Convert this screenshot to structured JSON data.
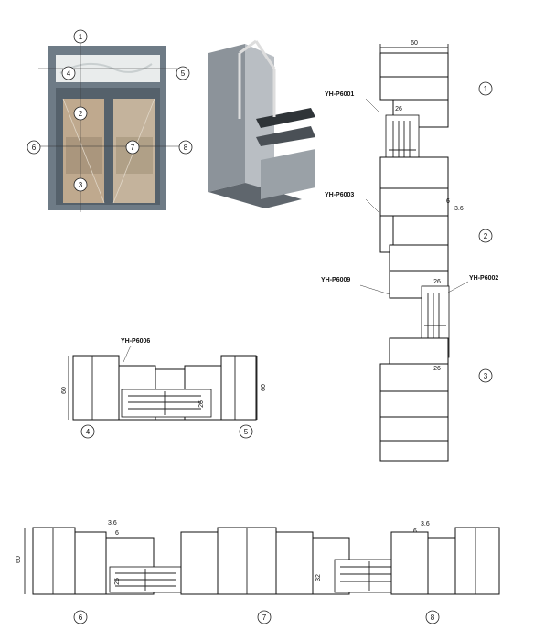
{
  "window_callouts": [
    "1",
    "2",
    "3",
    "4",
    "5",
    "6",
    "7",
    "8"
  ],
  "codes": {
    "top": "YH-P6001",
    "middle": "YH-P6003",
    "bottom_left": "YH-P6009",
    "bottom_right": "YH-P6002",
    "horizontal": "YH-P6006"
  },
  "dims": {
    "width_60": "60",
    "d26": "26",
    "d6": "6",
    "d3_6": "3.6",
    "d32": "32"
  },
  "section_markers": {
    "v1": "1",
    "v2": "2",
    "v3": "3",
    "h4": "4",
    "h5": "5",
    "b6": "6",
    "b7": "7",
    "b8": "8"
  },
  "colors": {
    "frame": "#6e7b86",
    "frame_dark": "#55616b",
    "glass_top": "#e9ecec",
    "metal_light": "#b9bec3",
    "metal_mid": "#8c939a",
    "metal_dark": "#5f666d"
  }
}
